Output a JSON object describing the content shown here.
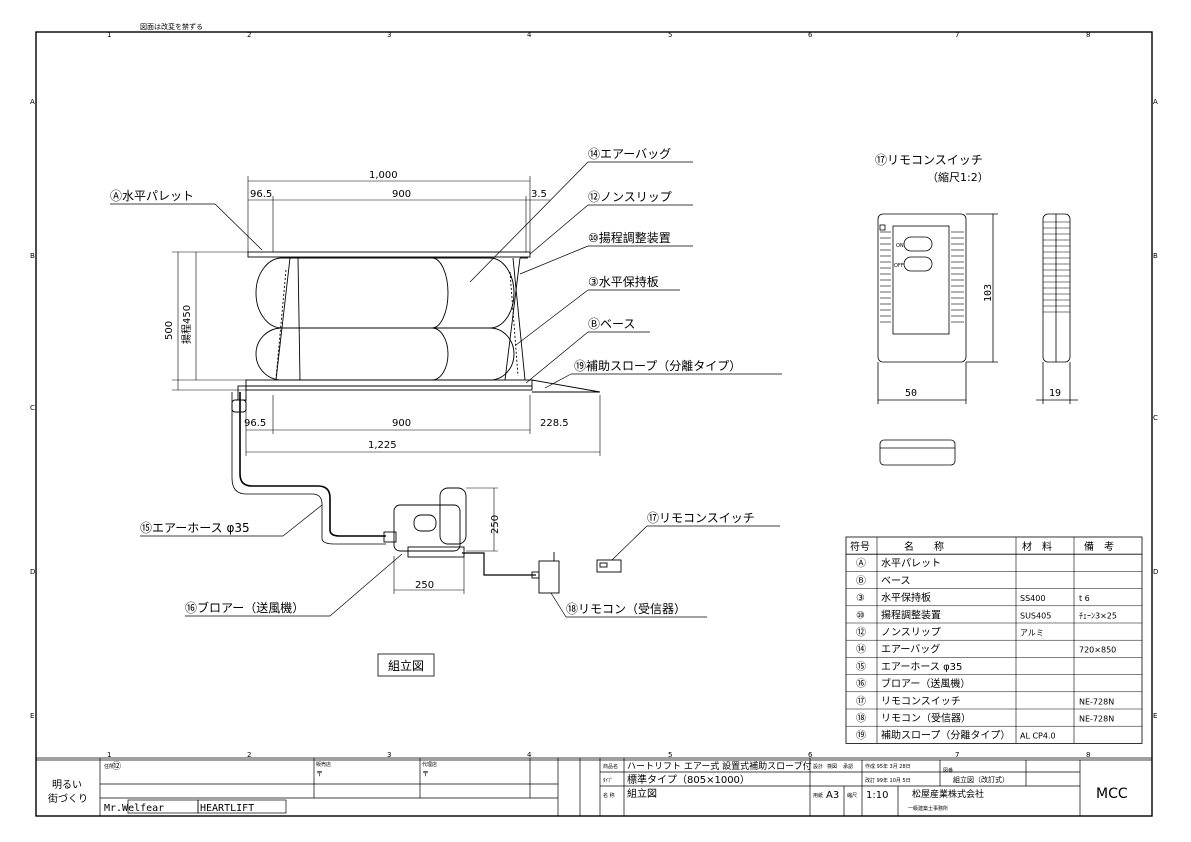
{
  "sheet_note": "図面は改変を禁ずる",
  "grid": {
    "cols": [
      "1",
      "2",
      "3",
      "4",
      "5",
      "6",
      "7",
      "8"
    ],
    "rows": [
      "A",
      "B",
      "C",
      "D",
      "E"
    ]
  },
  "main_view": {
    "callouts": {
      "pallet": "Ⓐ水平パレット",
      "airbag": "⑭エアーバッグ",
      "nonslip": "⑫ノンスリップ",
      "lift_adjust": "⑩揚程調整装置",
      "holding_plate": "③水平保持板",
      "base": "Ⓑベース",
      "slope": "⑲補助スロープ（分離タイプ）",
      "hose": "⑮エアーホース φ35",
      "blower": "⑯ブロアー（送風機）",
      "remote_small": "⑰リモコンスイッチ",
      "receiver": "⑱リモコン（受信器）"
    },
    "dims": {
      "top_total": "1,000",
      "top_left": "96.5",
      "top_mid": "900",
      "top_right": "3.5",
      "height_total": "500",
      "stroke": "揚程450",
      "bot_left": "96.5",
      "bot_mid": "900",
      "bot_right": "228.5",
      "bot_total": "1,225",
      "blower_h": "250",
      "blower_w": "250"
    },
    "view_title": "組立図"
  },
  "remote_detail": {
    "title": "⑰リモコンスイッチ",
    "scale": "（縮尺1:2）",
    "btn_on": "ON",
    "btn_off": "OFF",
    "dim_h": "103",
    "dim_w": "50",
    "dim_d": "19"
  },
  "parts_table": {
    "headers": [
      "符号",
      "名　　称",
      "材　料",
      "備　考"
    ],
    "rows": [
      [
        "Ⓐ",
        "水平パレット",
        "",
        ""
      ],
      [
        "Ⓑ",
        "ベース",
        "",
        ""
      ],
      [
        "③",
        "水平保持板",
        "SS400",
        "t 6"
      ],
      [
        "⑩",
        "揚程調整装置",
        "SUS405",
        "ﾁｪｰﾝ3×25"
      ],
      [
        "⑫",
        "ノンスリップ",
        "アルミ",
        ""
      ],
      [
        "⑭",
        "エアーバッグ",
        "",
        "720×850"
      ],
      [
        "⑮",
        "エアーホース φ35",
        "",
        ""
      ],
      [
        "⑯",
        "ブロアー（送風機）",
        "",
        ""
      ],
      [
        "⑰",
        "リモコンスイッチ",
        "",
        "NE-728N"
      ],
      [
        "⑱",
        "リモコン（受信器）",
        "",
        "NE-728N"
      ],
      [
        "⑲",
        "補助スロープ（分離タイプ）",
        "AL CP4.0",
        ""
      ]
    ]
  },
  "title_block": {
    "slogan_line1": "明るい",
    "slogan_line2": "街づくり",
    "brand1": "Mr.Welfear",
    "brand2": "HEARTLIFT",
    "address_label": "住所",
    "postal_mark1": "〒",
    "postal_mark2": "〒",
    "col_label_a": "販売店",
    "col_label_b": "代理店",
    "circled_no": "⑫",
    "product_label": "商品名",
    "product_name": "ハートリフト エアー式 設置式補助スロープ付",
    "type_label": "ﾀｲﾌﾟ",
    "type_value": "標準タイプ（805×1000）",
    "drawing_label": "名 称",
    "drawing_value": "組立図",
    "design_label": "設計",
    "check_label": "検図",
    "approve_label": "承認",
    "date1": "作成 95年 3月 28日",
    "date2": "改訂 99年 10月 5日",
    "dwg_no_label": "図番",
    "dwg_no_value": "組立図（改訂式）",
    "size_label": "用紙",
    "size_value": "A3",
    "scale_label": "縮尺",
    "scale_value": "1:10",
    "company": "松屋産業株式会社",
    "company_sub": "一級建築士事務所",
    "logo": "MCC"
  }
}
